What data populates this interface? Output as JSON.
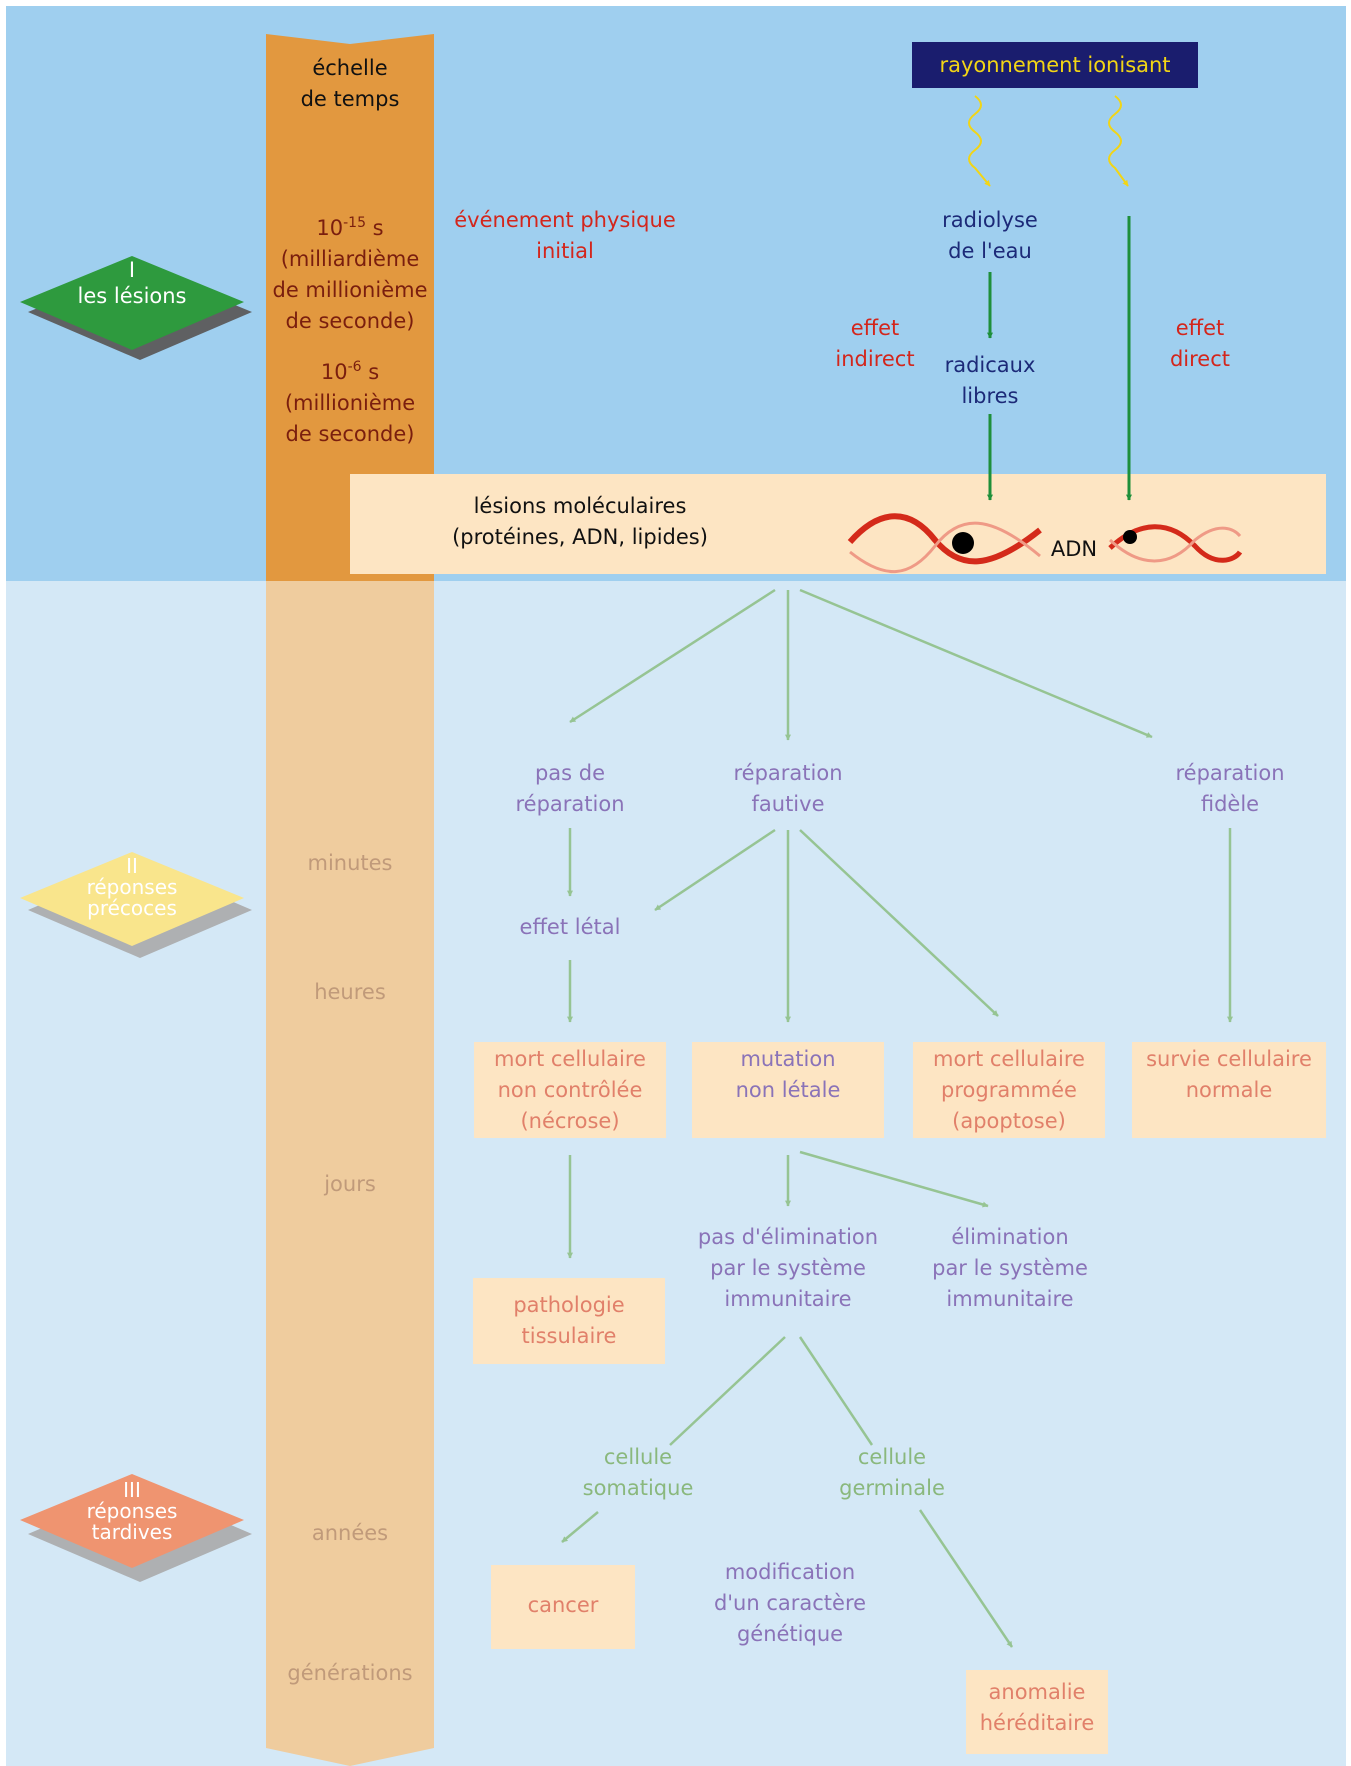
{
  "phases": {
    "lesions": [
      "I",
      "les lésions"
    ],
    "early": [
      "II",
      "réponses",
      "précoces"
    ],
    "late": [
      "III",
      "réponses",
      "tardives"
    ]
  },
  "timescale": {
    "title": [
      "échelle",
      "de temps"
    ],
    "t1_value": "10",
    "t1_exp": "-15",
    "t1_unit": " s",
    "t1_note": [
      "(milliardième",
      "de millionième",
      "de seconde)"
    ],
    "t2_value": "10",
    "t2_exp": "-6",
    "t2_unit": " s",
    "t2_note": [
      "(millionième",
      "de seconde)"
    ],
    "minutes": "minutes",
    "heures": "heures",
    "jours": "jours",
    "annees": "années",
    "generations": "générations"
  },
  "top": {
    "source": "rayonnement ionisant",
    "initial_event": [
      "événement physique",
      "initial"
    ],
    "radiolysis": [
      "radiolyse",
      "de l'eau"
    ],
    "indirect": [
      "effet",
      "indirect"
    ],
    "free_radicals": [
      "radicaux",
      "libres"
    ],
    "direct": [
      "effet",
      "direct"
    ],
    "molecular_lesions": [
      "lésions moléculaires",
      "(protéines, ADN, lipides)"
    ],
    "dna": "ADN"
  },
  "nodes": {
    "no_repair": [
      "pas de",
      "réparation"
    ],
    "faulty_repair": [
      "réparation",
      "fautive"
    ],
    "faithful_repair": [
      "réparation",
      "fidèle"
    ],
    "lethal": "effet létal",
    "necrosis": [
      "mort cellulaire",
      "non contrôlée",
      "(nécrose)"
    ],
    "mutation": [
      "mutation",
      "non létale"
    ],
    "apoptosis": [
      "mort cellulaire",
      "programmée",
      "(apoptose)"
    ],
    "survival": [
      "survie cellulaire",
      "normale"
    ],
    "tissue": [
      "pathologie",
      "tissulaire"
    ],
    "no_elimination": [
      "pas d'élimination",
      "par le système",
      "immunitaire"
    ],
    "elimination": [
      "élimination",
      "par le système",
      "immunitaire"
    ],
    "somatic": [
      "cellule",
      "somatique"
    ],
    "germinal": [
      "cellule",
      "germinale"
    ],
    "cancer": "cancer",
    "genetic": [
      "modification",
      "d'un caractère",
      "génétique"
    ],
    "hereditary": [
      "anomalie",
      "héréditaire"
    ]
  },
  "colors": {
    "top_bg": "#9fcfef",
    "bottom_bg": "#d4e8f6",
    "timebar_top": "#e2983f",
    "timebar_bottom": "#efcc9e",
    "box_fill": "#fde5c3",
    "arrow_dark_green": "#1e8f3a",
    "arrow_light_green": "#96c493",
    "lesions_diamond": "#2e9a3e",
    "early_diamond": "#f9e58c",
    "late_diamond": "#ef9470",
    "source_box": "#1a1d6e"
  }
}
